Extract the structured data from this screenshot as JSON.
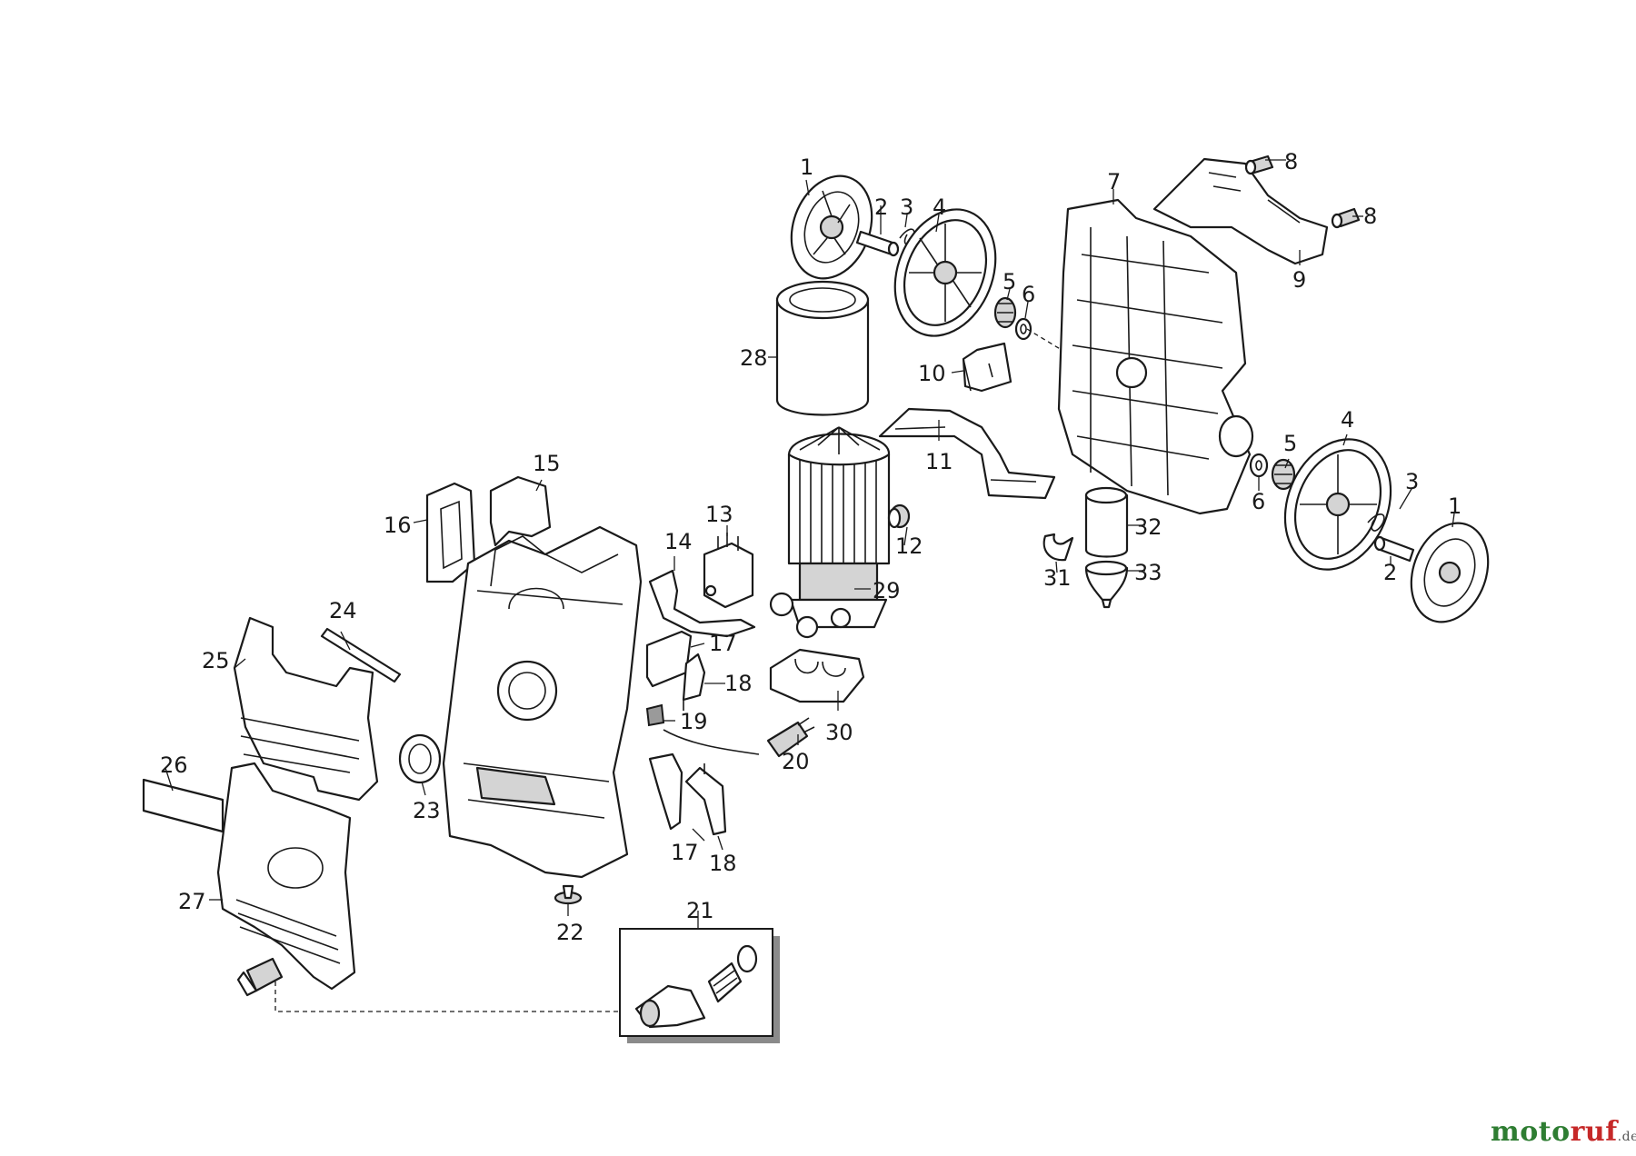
{
  "diagram": {
    "callouts": [
      {
        "id": "c1a",
        "text": "1"
      },
      {
        "id": "c2a",
        "text": "2"
      },
      {
        "id": "c3a",
        "text": "3"
      },
      {
        "id": "c4a",
        "text": "4"
      },
      {
        "id": "c5a",
        "text": "5"
      },
      {
        "id": "c6a",
        "text": "6"
      },
      {
        "id": "c7",
        "text": "7"
      },
      {
        "id": "c8a",
        "text": "8"
      },
      {
        "id": "c8b",
        "text": "8"
      },
      {
        "id": "c9",
        "text": "9"
      },
      {
        "id": "c10",
        "text": "10"
      },
      {
        "id": "c11",
        "text": "11"
      },
      {
        "id": "c12",
        "text": "12"
      },
      {
        "id": "c13",
        "text": "13"
      },
      {
        "id": "c14",
        "text": "14"
      },
      {
        "id": "c15",
        "text": "15"
      },
      {
        "id": "c16",
        "text": "16"
      },
      {
        "id": "c17a",
        "text": "17"
      },
      {
        "id": "c18a",
        "text": "18"
      },
      {
        "id": "c19",
        "text": "19"
      },
      {
        "id": "c20",
        "text": "20"
      },
      {
        "id": "c21",
        "text": "21"
      },
      {
        "id": "c22",
        "text": "22"
      },
      {
        "id": "c23",
        "text": "23"
      },
      {
        "id": "c24",
        "text": "24"
      },
      {
        "id": "c25",
        "text": "25"
      },
      {
        "id": "c26",
        "text": "26"
      },
      {
        "id": "c27",
        "text": "27"
      },
      {
        "id": "c28",
        "text": "28"
      },
      {
        "id": "c29",
        "text": "29"
      },
      {
        "id": "c30",
        "text": "30"
      },
      {
        "id": "c31",
        "text": "31"
      },
      {
        "id": "c32",
        "text": "32"
      },
      {
        "id": "c33",
        "text": "33"
      },
      {
        "id": "c17b",
        "text": "17"
      },
      {
        "id": "c18b",
        "text": "18"
      },
      {
        "id": "c5b",
        "text": "5"
      },
      {
        "id": "c4b",
        "text": "4"
      },
      {
        "id": "c3b",
        "text": "3"
      },
      {
        "id": "c1b",
        "text": "1"
      },
      {
        "id": "c6b",
        "text": "6"
      },
      {
        "id": "c2b",
        "text": "2"
      }
    ]
  },
  "brand": {
    "part1": "moto",
    "part2": "ruf",
    "suffix": ".de"
  }
}
